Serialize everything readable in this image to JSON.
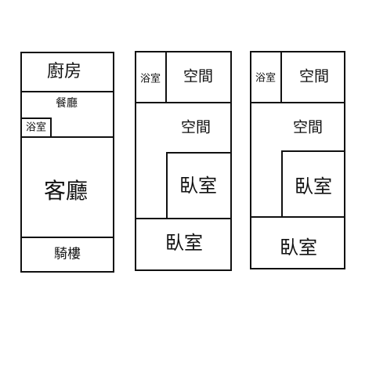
{
  "floors": [
    {
      "rooms": [
        {
          "key": "kitchen",
          "label": "廚房"
        },
        {
          "key": "dining",
          "label": "餐廳"
        },
        {
          "key": "bath",
          "label": "浴室"
        },
        {
          "key": "living",
          "label": "客廳"
        },
        {
          "key": "arcade",
          "label": "騎樓"
        }
      ]
    },
    {
      "rooms": [
        {
          "key": "bath",
          "label": "浴室"
        },
        {
          "key": "space-top",
          "label": "空間"
        },
        {
          "key": "space-mid",
          "label": "空間"
        },
        {
          "key": "bedroom-inner",
          "label": "臥室"
        },
        {
          "key": "bedroom-front",
          "label": "臥室"
        }
      ]
    },
    {
      "rooms": [
        {
          "key": "bath",
          "label": "浴室"
        },
        {
          "key": "space-top",
          "label": "空間"
        },
        {
          "key": "space-mid",
          "label": "空間"
        },
        {
          "key": "bedroom-inner",
          "label": "臥室"
        },
        {
          "key": "bedroom-front",
          "label": "臥室"
        }
      ]
    }
  ]
}
